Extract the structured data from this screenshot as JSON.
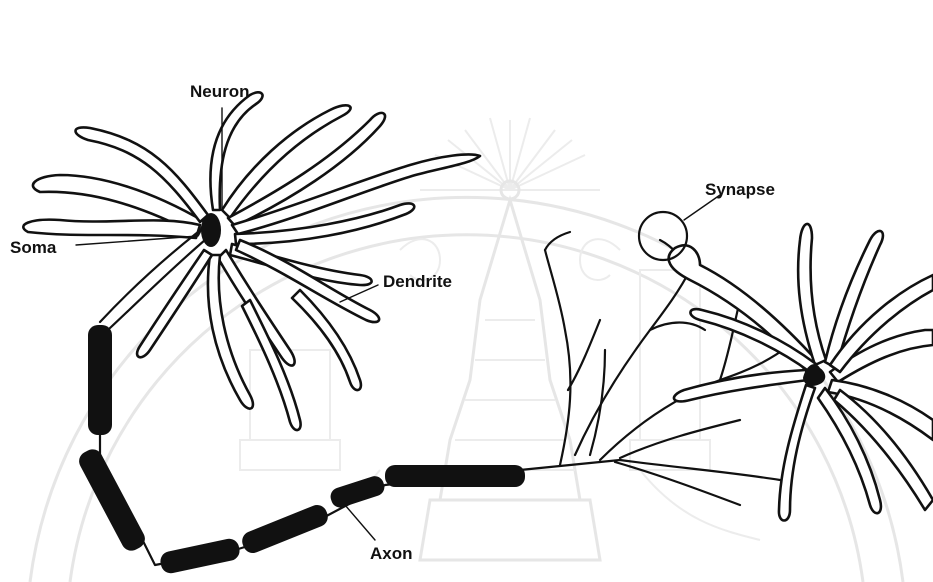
{
  "labels": {
    "neuron": "Neuron",
    "soma": "Soma",
    "dendrite": "Dendrite",
    "synapse": "Synapse",
    "axon": "Axon"
  },
  "colors": {
    "ink": "#111111",
    "watermark": "#e6e6e6",
    "background": "#ffffff"
  }
}
